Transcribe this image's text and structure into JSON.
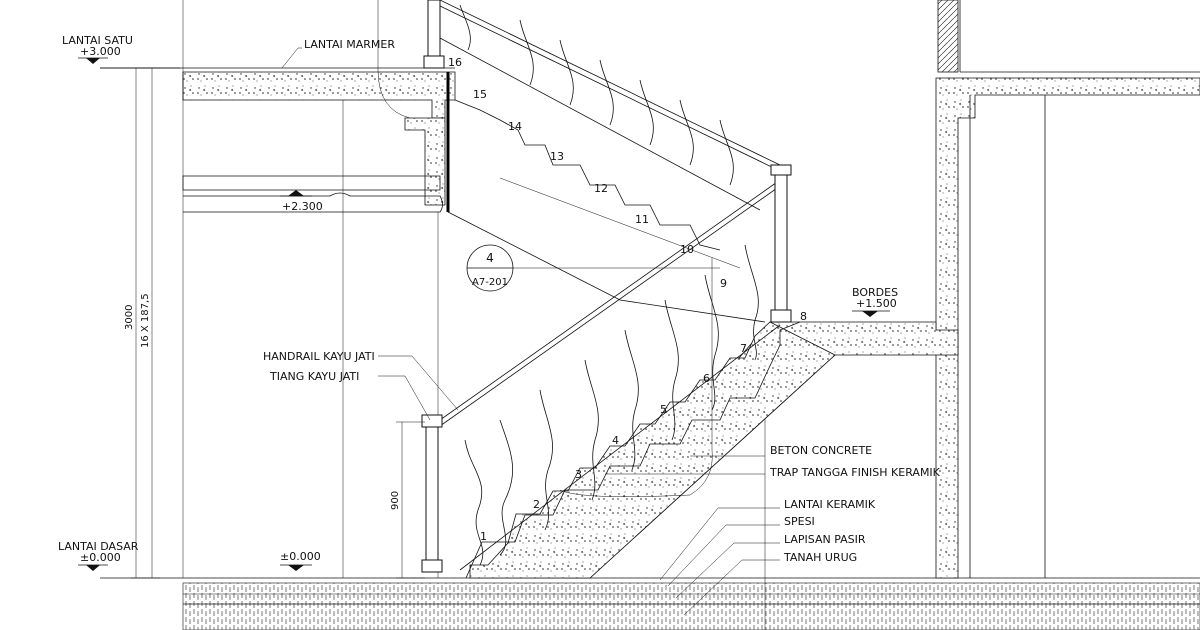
{
  "levels": {
    "lantai_satu_label": "LANTAI SATU",
    "lantai_satu_value": "+3.000",
    "lantai_dasar_label": "LANTAI DASAR",
    "lantai_dasar_value": "±0.000",
    "ceiling_value": "+2.300",
    "floor_value": "±0.000",
    "bordes_label": "BORDES",
    "bordes_value": "+1.500"
  },
  "dimensions": {
    "total_height": "3000",
    "riser_spec": "16 X 187,5",
    "railing_height": "900"
  },
  "callouts": {
    "lantai_marmer": "LANTAI MARMER",
    "handrail": "HANDRAIL KAYU JATI",
    "tiang": "TIANG KAYU JATI",
    "beton": "BETON CONCRETE",
    "trap": "TRAP TANGGA FINISH KERAMIK",
    "lantai_keramik": "LANTAI KERAMIK",
    "spesi": "SPESI",
    "lapisan_pasir": "LAPISAN PASIR",
    "tanah_urug": "TANAH URUG"
  },
  "detail_marker": {
    "number": "4",
    "sheet": "A7-201"
  },
  "step_numbers": [
    "1",
    "2",
    "3",
    "4",
    "5",
    "6",
    "7",
    "8",
    "9",
    "10",
    "11",
    "12",
    "13",
    "14",
    "15",
    "16"
  ],
  "colors": {
    "line": "#111111",
    "background": "#ffffff"
  }
}
